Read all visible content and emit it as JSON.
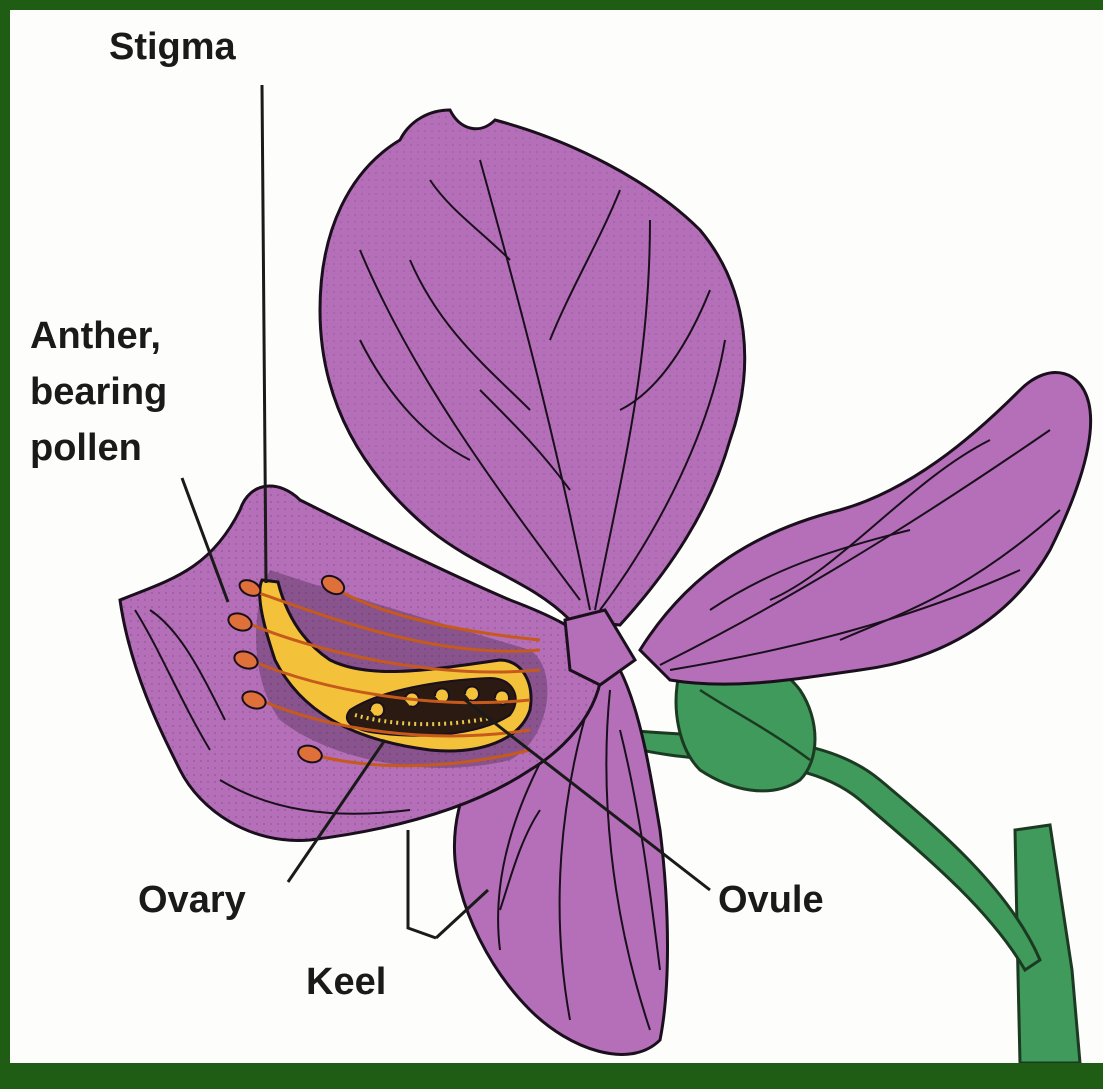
{
  "labels": {
    "stigma": "Stigma",
    "anther_line1": "Anther,",
    "anther_line2": "bearing",
    "anther_line3": "pollen",
    "ovary": "Ovary",
    "ovule": "Ovule",
    "keel": "Keel"
  },
  "colors": {
    "border": "#1f5c14",
    "petal": "#b46fb8",
    "petal_dark": "#8e4d93",
    "pistil": "#f4c23a",
    "anther": "#e0703a",
    "stem": "#3f9a5c"
  }
}
